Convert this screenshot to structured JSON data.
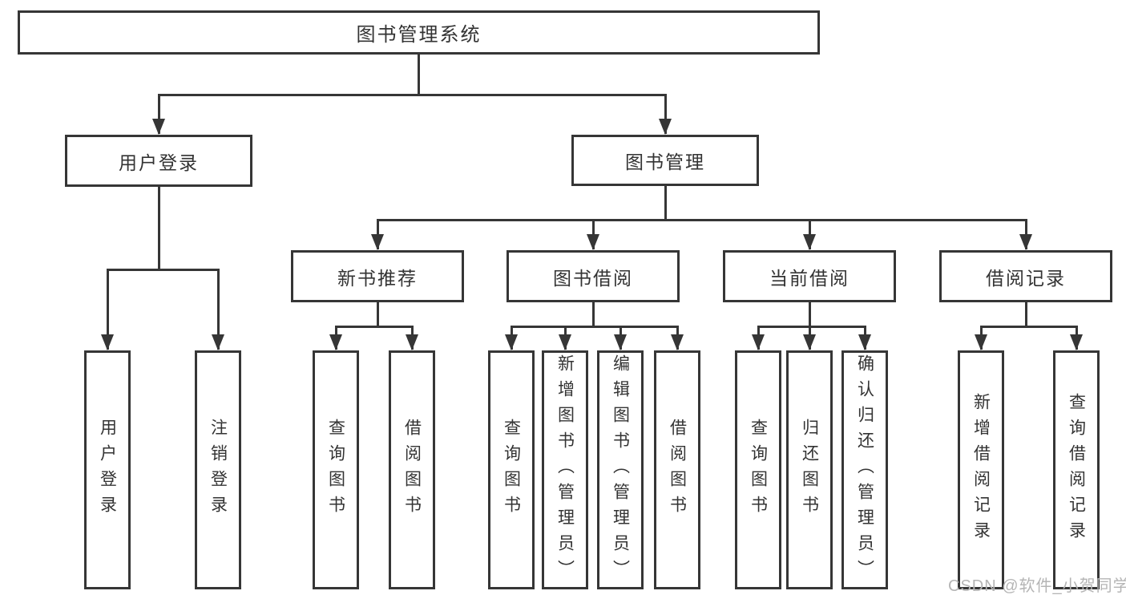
{
  "colors": {
    "line": "#363636",
    "text": "#333333",
    "box_background": "#ffffff",
    "page_background": "#ffffff",
    "watermark": "#b5b5b5"
  },
  "diagram": {
    "root": {
      "label": "图书管理系统"
    },
    "level2": [
      {
        "label": "用户登录"
      },
      {
        "label": "图书管理"
      }
    ],
    "level3": [
      {
        "label": "新书推荐"
      },
      {
        "label": "图书借阅"
      },
      {
        "label": "当前借阅"
      },
      {
        "label": "借阅记录"
      }
    ],
    "leaves": [
      {
        "label": "用户登录"
      },
      {
        "label": "注销登录"
      },
      {
        "label": "查询图书"
      },
      {
        "label": "借阅图书"
      },
      {
        "label": "查询图书"
      },
      {
        "label": "新增图书（管理员）"
      },
      {
        "label": "编辑图书（管理员）"
      },
      {
        "label": "借阅图书"
      },
      {
        "label": "查询图书"
      },
      {
        "label": "归还图书"
      },
      {
        "label": "确认归还（管理员）"
      },
      {
        "label": "新增借阅记录"
      },
      {
        "label": "查询借阅记录"
      }
    ]
  },
  "watermark": {
    "text": "CSDN @软件_小贺同学"
  }
}
